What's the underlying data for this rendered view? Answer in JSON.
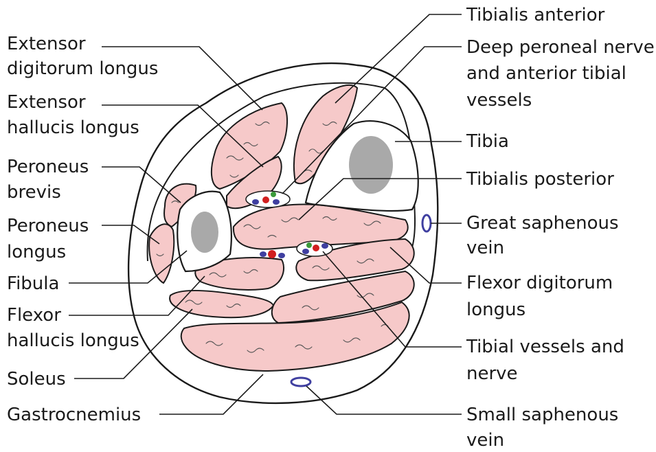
{
  "colors": {
    "muscle": "#f6c9c9",
    "marrow": "#a9a9a9",
    "artery": "#d11f1f",
    "vein": "#3f3fa0",
    "nerve": "#3a9a3a",
    "outline": "#1a1a1a"
  },
  "labels_left": {
    "extensor_digitorum_longus": [
      "Extensor",
      "digitorum longus"
    ],
    "extensor_hallucis_longus": [
      "Extensor",
      "hallucis longus"
    ],
    "peroneus_brevis": [
      "Peroneus",
      "brevis"
    ],
    "peroneus_longus": [
      "Peroneus",
      "longus"
    ],
    "fibula": [
      "Fibula"
    ],
    "flexor_hallucis_longus": [
      "Flexor",
      "hallucis longus"
    ],
    "soleus": [
      "Soleus"
    ],
    "gastrocnemius": [
      "Gastrocnemius"
    ]
  },
  "labels_right": {
    "tibialis_anterior": [
      "Tibialis anterior"
    ],
    "deep_peroneal_nerve": [
      "Deep peroneal nerve",
      "and anterior tibial",
      "vessels"
    ],
    "tibia": [
      "Tibia"
    ],
    "tibialis_posterior": [
      "Tibialis posterior"
    ],
    "great_saphenous_vein": [
      "Great saphenous",
      "vein"
    ],
    "flexor_digitorum_longus": [
      "Flexor digitorum",
      "longus"
    ],
    "tibial_vessels_nerve": [
      "Tibial vessels and",
      "nerve"
    ],
    "small_saphenous_vein": [
      "Small saphenous",
      "vein"
    ]
  }
}
